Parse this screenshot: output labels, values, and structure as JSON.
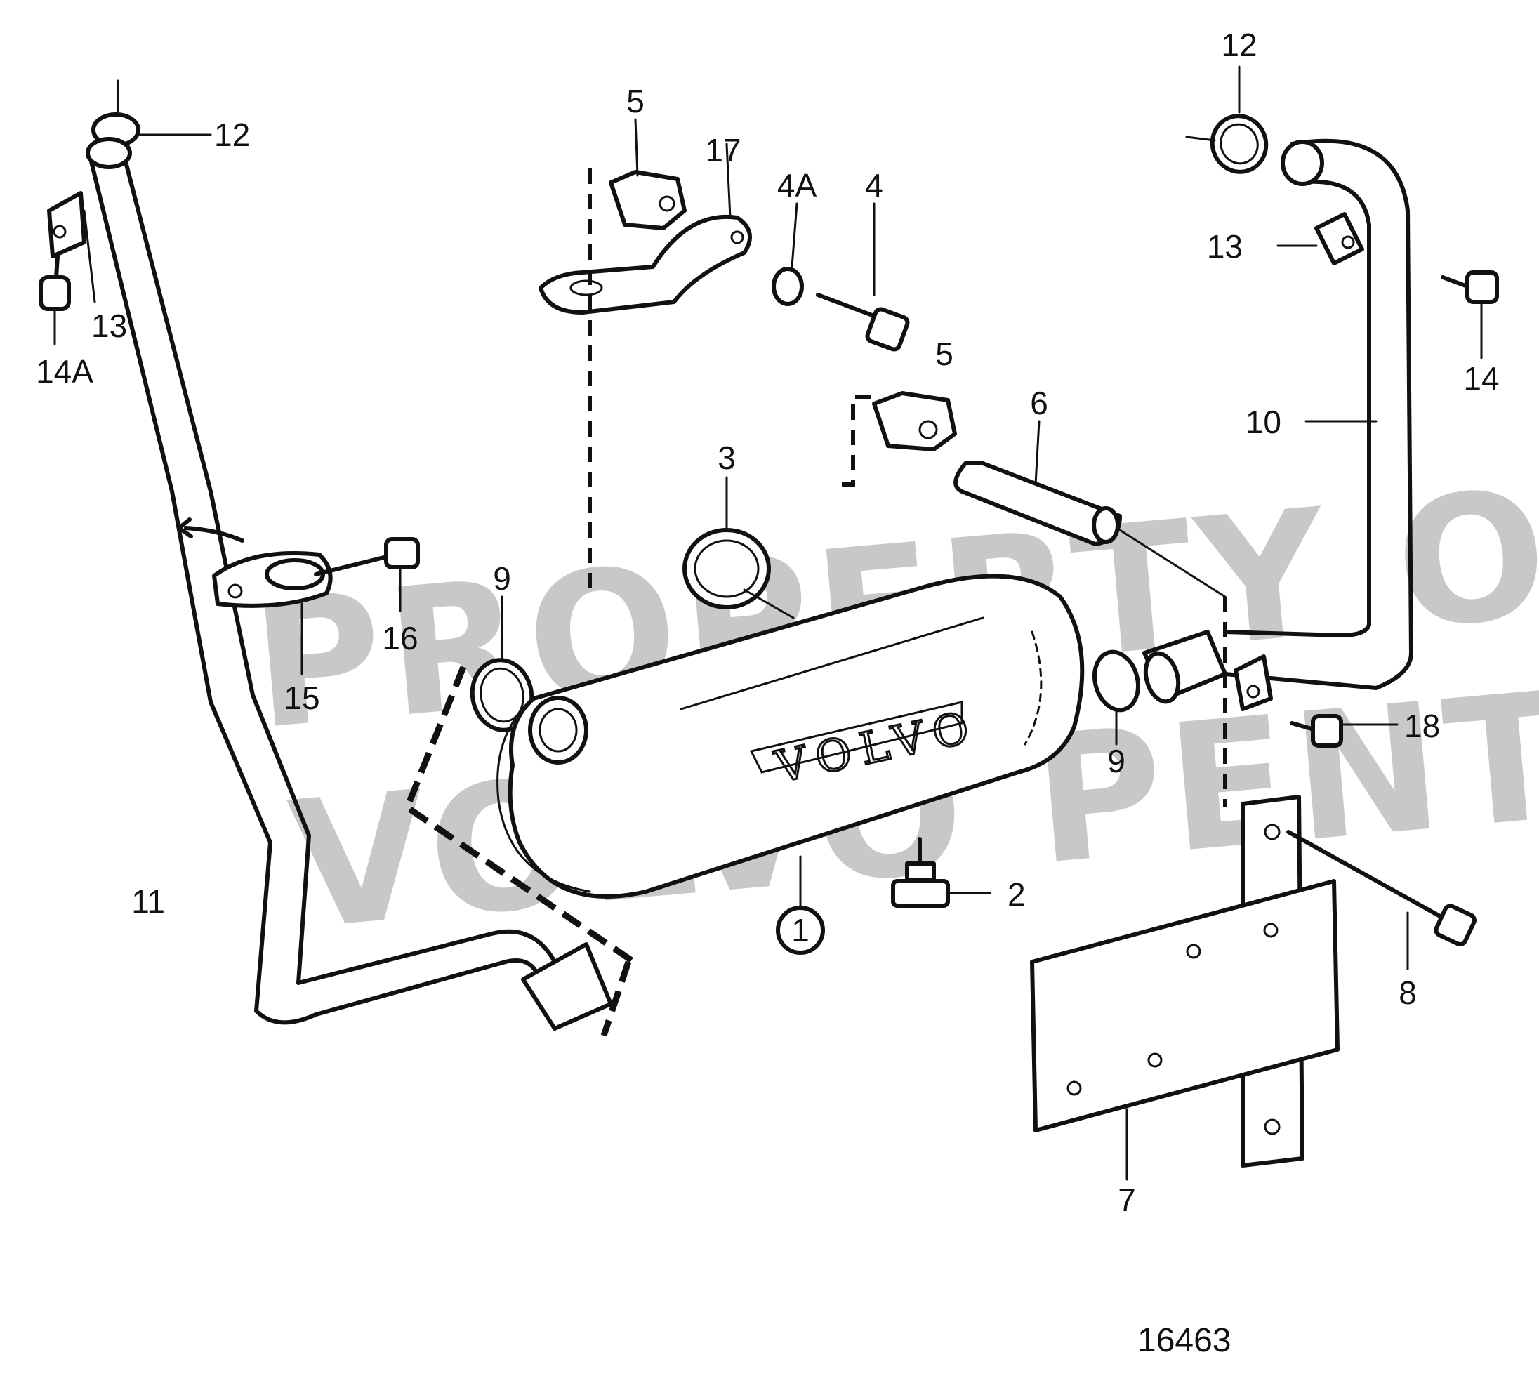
{
  "watermark": {
    "line1": "PROPERTY OF",
    "line2": "VOLVO PENTA"
  },
  "brand_text": "VOLVO",
  "drawing_number": "16463",
  "callouts": [
    "1",
    "2",
    "3",
    "4",
    "4A",
    "5",
    "5",
    "6",
    "7",
    "8",
    "9",
    "9",
    "10",
    "11",
    "12",
    "12",
    "13",
    "13",
    "14",
    "14A",
    "15",
    "16",
    "17",
    "18"
  ],
  "colors": {
    "ink": "#111111",
    "watermark": "#9a9a9a",
    "background": "#ffffff"
  }
}
